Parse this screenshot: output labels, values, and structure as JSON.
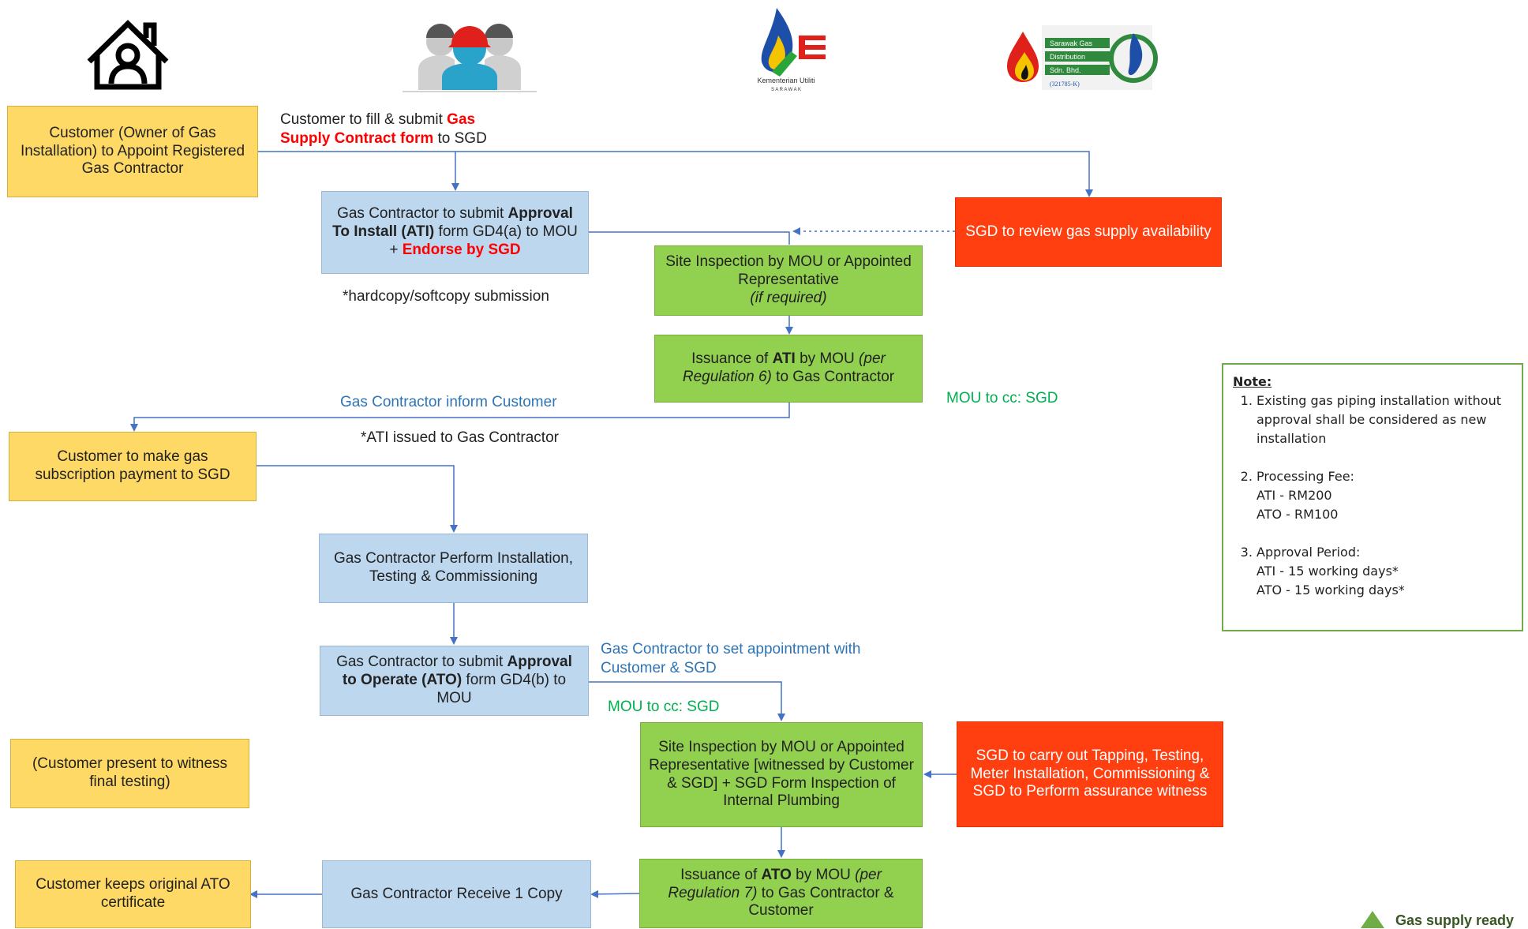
{
  "boxes": {
    "appoint": "Customer (Owner of Gas Installation) to Appoint Registered Gas Contractor",
    "ati_pre": "Gas Contractor to submit ",
    "ati_b": "Approval To Install (ATI)",
    "ati_post": " form GD4(a) to MOU  + ",
    "ati_red": "Endorse by SGD",
    "review": "SGD to review gas supply availability",
    "site1_a": "Site Inspection by MOU or Appointed Representative",
    "site1_i": "(if required)",
    "iss_ati_pre": "Issuance of ",
    "iss_ati_b": "ATI",
    "iss_ati_mid": " by MOU ",
    "iss_ati_i": "(per Regulation 6)",
    "iss_ati_post": " to Gas Contractor",
    "payment": "Customer to make gas subscription payment to SGD",
    "perform": "Gas Contractor Perform Installation, Testing & Commissioning",
    "ato_pre": "Gas Contractor to submit ",
    "ato_b": "Approval to Operate (ATO)",
    "ato_post": " form GD4(b) to MOU",
    "witness": "(Customer present to witness final testing)",
    "site2": "Site Inspection by MOU or Appointed Representative [witnessed by Customer & SGD] + SGD Form Inspection of Internal Plumbing",
    "tapping": "SGD to carry out Tapping, Testing, Meter Installation, Commissioning & SGD to Perform assurance witness",
    "keeps": "Customer keeps original ATO certificate",
    "receive": "Gas Contractor Receive 1 Copy",
    "iss_ato_pre": "Issuance of ",
    "iss_ato_b": "ATO",
    "iss_ato_mid": " by MOU ",
    "iss_ato_i": "(per Regulation 7)",
    "iss_ato_post": " to Gas Contractor & Customer"
  },
  "labels": {
    "fill_pre": "Customer to  fill & submit  ",
    "fill_red1": "Gas",
    "fill_red2": "Supply Contract form",
    "fill_post": " to SGD",
    "hardcopy": "*hardcopy/softcopy submission",
    "inform": "Gas Contractor inform Customer",
    "ati_issued": "*ATI issued to Gas Contractor",
    "cc1": "MOU to cc: SGD",
    "appt1": "Gas Contractor to set appointment with",
    "appt2": "Customer & SGD",
    "cc2": "MOU to cc: SGD",
    "ready": "Gas supply ready"
  },
  "logos": {
    "ministry_line1": "Kementerian Utiliti",
    "ministry_line2": "S A R A W A K",
    "sgd1": "Sarawak Gas",
    "sgd2": "Distribution",
    "sgd3": "Sdn. Bhd.",
    "sgd4": "(321785-K)"
  },
  "note": {
    "title": "Note:",
    "item1": "Existing gas piping installation without approval shall be considered as new installation",
    "item2_a": "Processing Fee:",
    "item2_b": "ATI - RM200",
    "item2_c": "ATO - RM100",
    "item3_a": "Approval Period:",
    "item3_b": "ATI - 15 working days*",
    "item3_c": "ATO - 15 working days*"
  },
  "colors": {
    "yellow": "#FFD966",
    "blue": "#BDD7EE",
    "green": "#92D050",
    "red": "#FF3F0F",
    "arrow": "#4472C4"
  }
}
